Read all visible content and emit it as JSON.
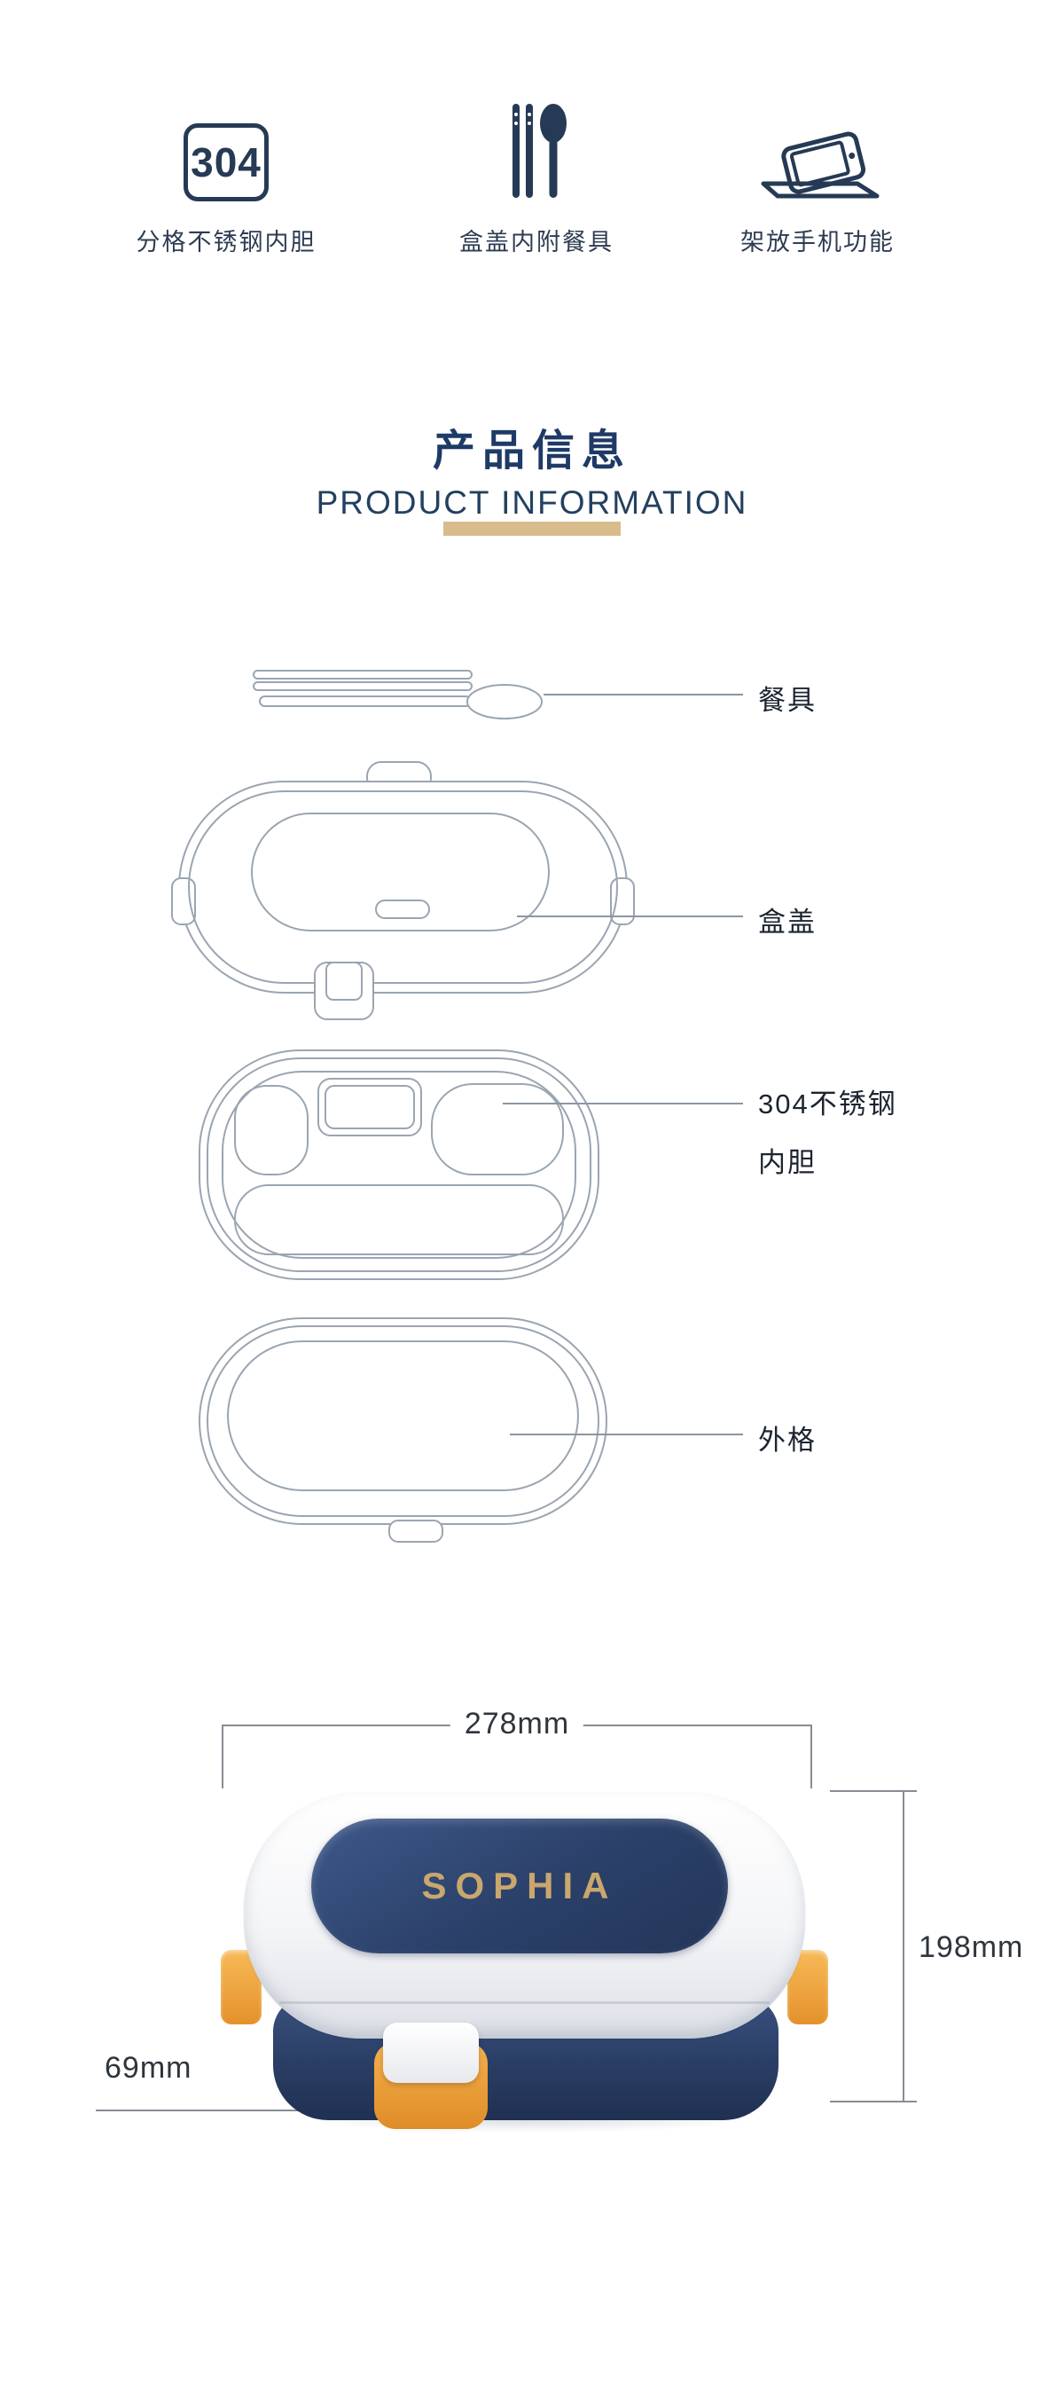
{
  "features": [
    {
      "icon": "badge-304-icon",
      "badge": "304",
      "label": "分格不锈钢内胆"
    },
    {
      "icon": "cutlery-icon",
      "label": "盒盖内附餐具"
    },
    {
      "icon": "phone-stand-icon",
      "label": "架放手机功能"
    }
  ],
  "header": {
    "title": "产品信息",
    "subtitle": "PRODUCT INFORMATION"
  },
  "diagram": {
    "parts": [
      {
        "label": "餐具"
      },
      {
        "label": "盒盖"
      },
      {
        "label_line1": "304不锈钢",
        "label_line2": "内胆"
      },
      {
        "label": "外格"
      }
    ]
  },
  "dimensions": {
    "width": "278mm",
    "height": "198mm",
    "base_height": "69mm"
  },
  "product": {
    "brand": "SOPHIA"
  },
  "colors": {
    "navy": "#263a55",
    "title_navy": "#1e3a66",
    "gold": "#d9bc8c",
    "orange": "#f2a843",
    "product_navy": "#2b4069",
    "drawing_line": "#9aa5b2"
  }
}
